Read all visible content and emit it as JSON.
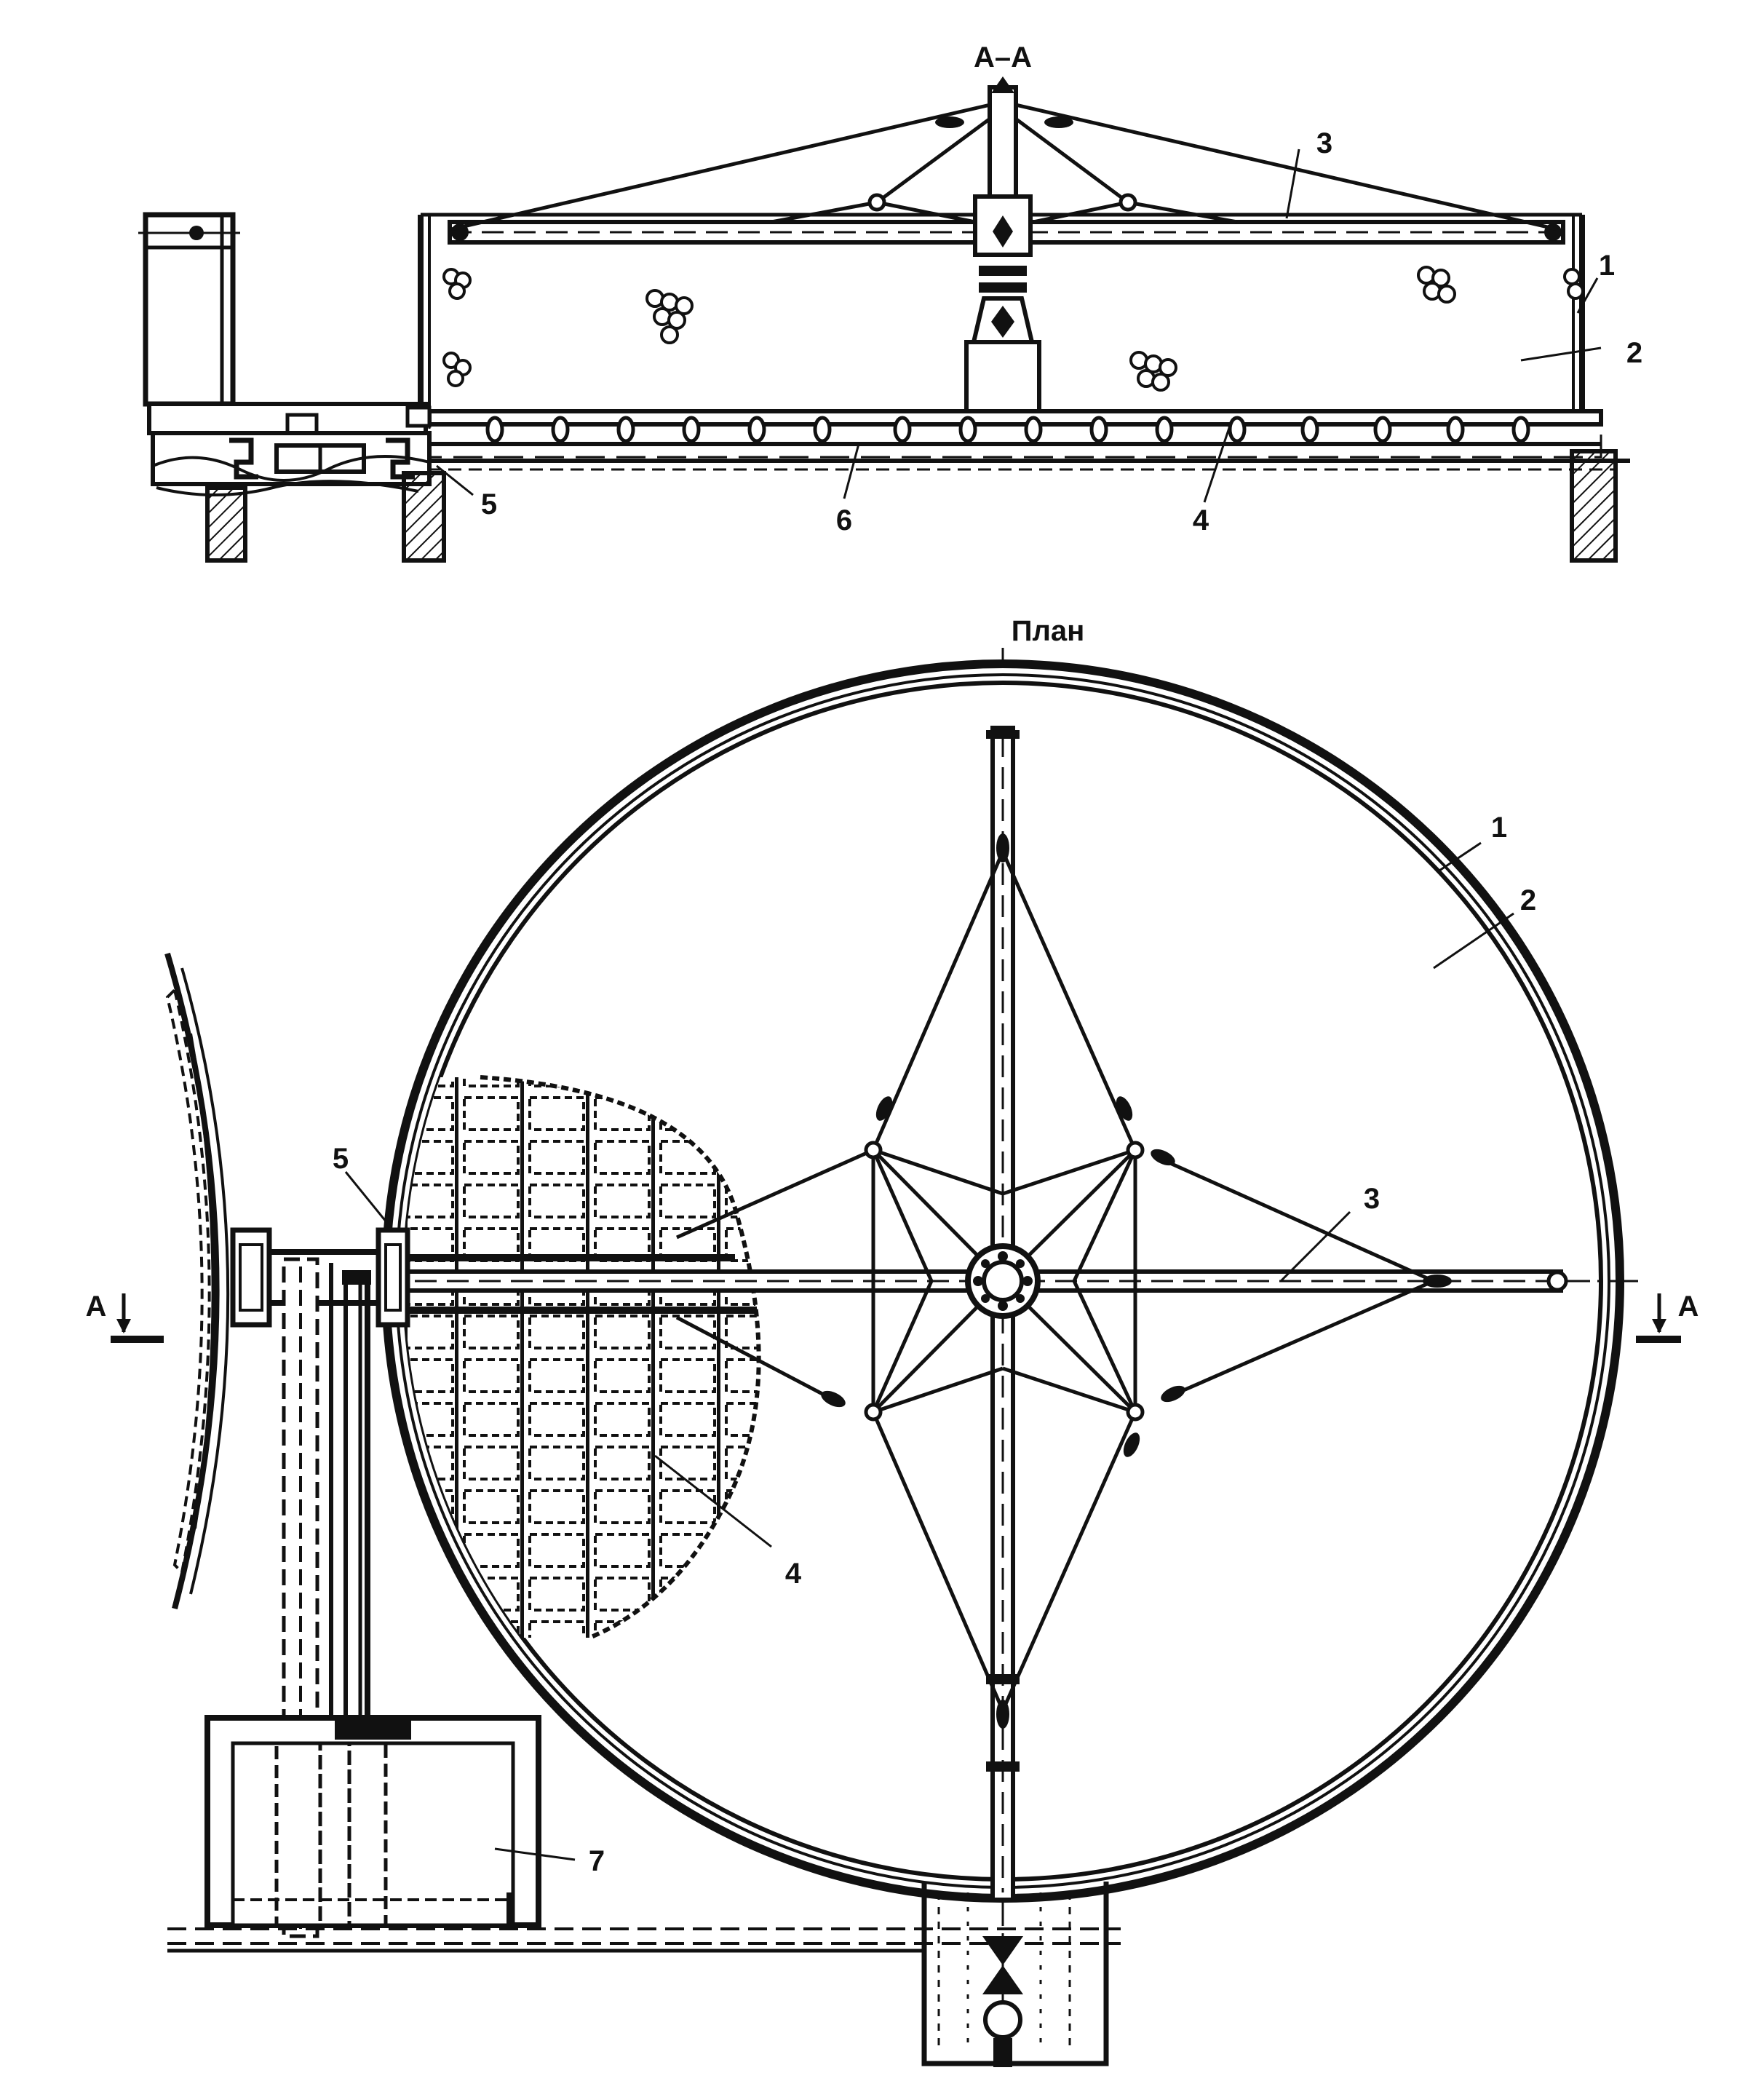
{
  "section": {
    "title": "А–А",
    "labels": {
      "n1": "1",
      "n2": "2",
      "n3": "3",
      "n4": "4",
      "n5": "5",
      "n6": "6"
    }
  },
  "plan": {
    "title": "План",
    "labels": {
      "n1": "1",
      "n2": "2",
      "n3": "3",
      "n4": "4",
      "n5": "5",
      "n7": "7"
    },
    "cut_marks": {
      "left": "А",
      "right": "А"
    }
  },
  "colors": {
    "ink": "#111111",
    "paper": "#ffffff"
  }
}
